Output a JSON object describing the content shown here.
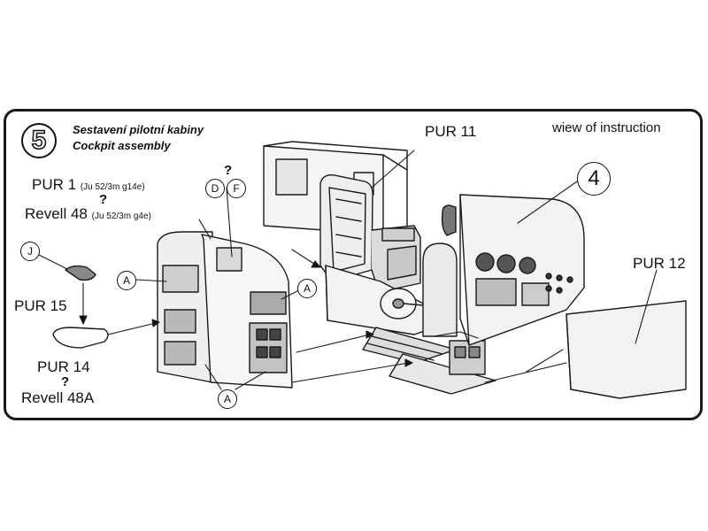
{
  "header": {
    "step_number": "5",
    "title_cz": "Sestavení pilotní kabiny",
    "title_en": "Cockpit assembly",
    "view_note": "wiew of instruction"
  },
  "parts": {
    "pur1_name": "PUR 1",
    "pur1_note": "(Ju 52/3m g14e)",
    "q1": "?",
    "revell48_name": "Revell 48",
    "revell48_note": "(Ju 52/3m g4e)",
    "pur11": "PUR 11",
    "pur12": "PUR 12",
    "pur15": "PUR 15",
    "pur14": "PUR 14",
    "q2": "?",
    "revell48a": "Revell 48A",
    "q_top": "?"
  },
  "callouts": {
    "d": "D",
    "f": "F",
    "j": "J",
    "a_left": "A",
    "a_right": "A",
    "a_bottom": "A",
    "step4": "4"
  }
}
